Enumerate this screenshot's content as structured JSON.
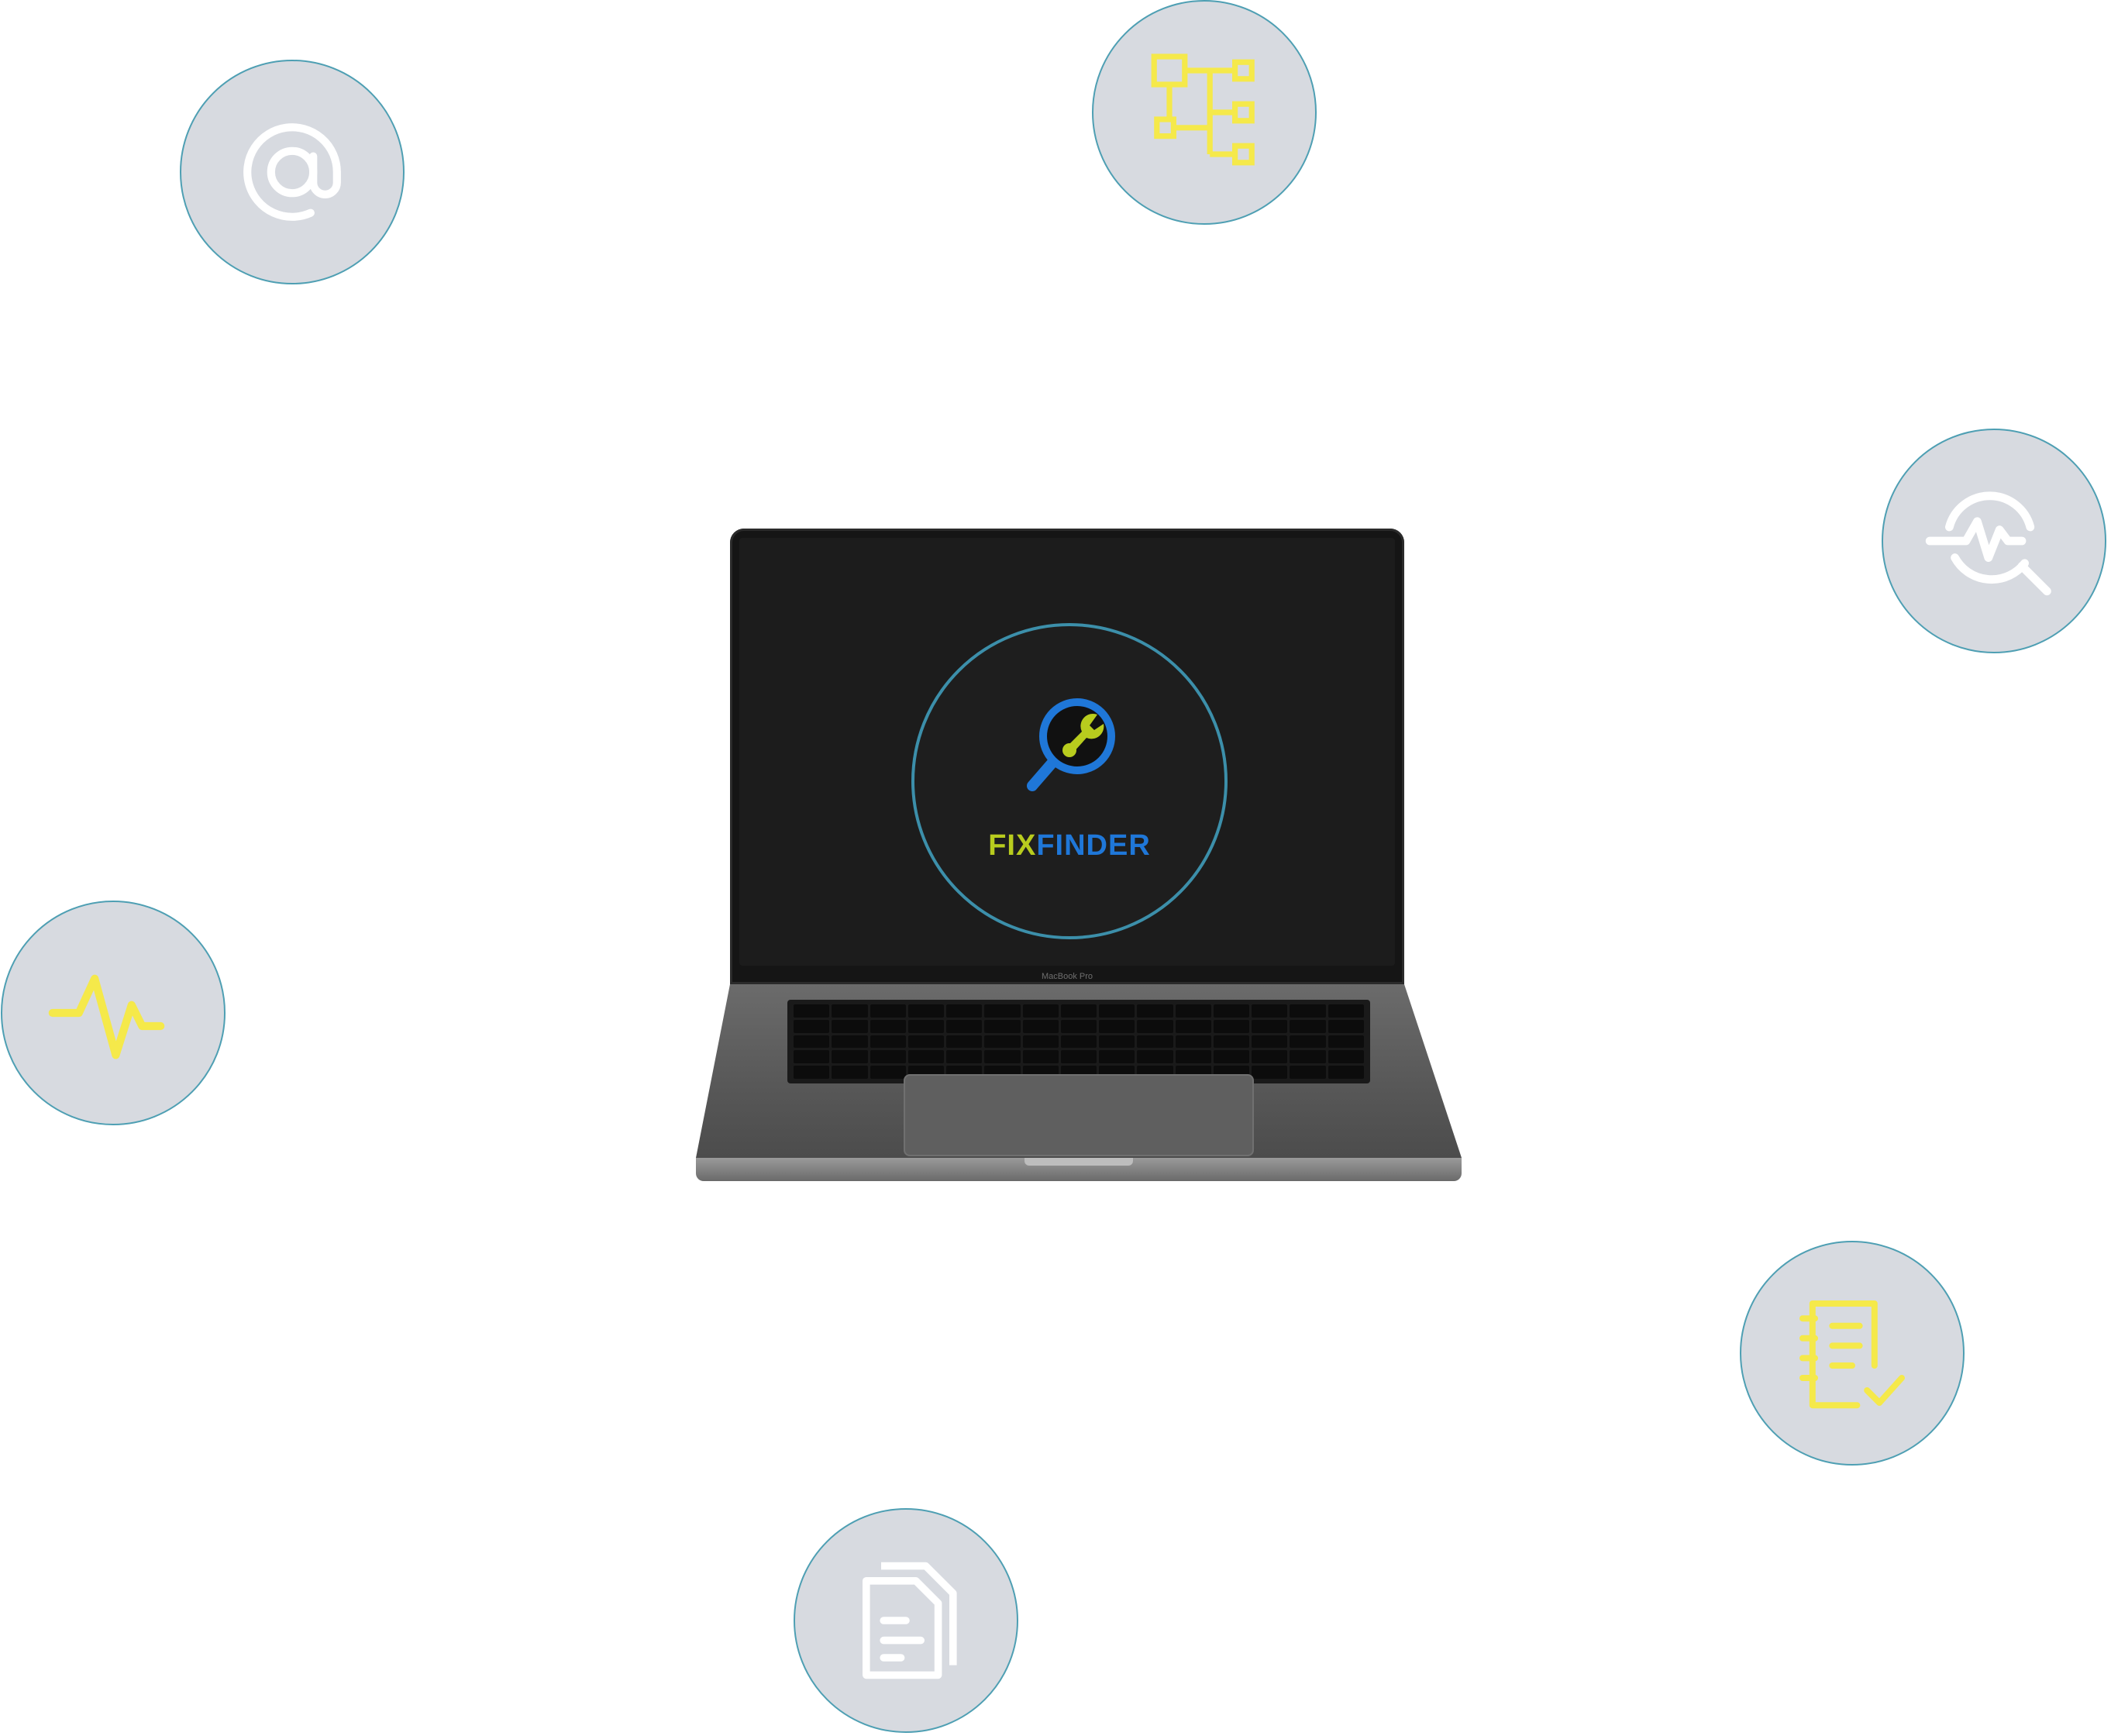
{
  "logo": {
    "fix": "FIX",
    "finder": "FINDER",
    "colors": {
      "fix": "#b8cc1e",
      "finder": "#1f77d8",
      "ring": "#3c8faa"
    }
  },
  "laptop": {
    "lid_label": "MacBook Pro"
  },
  "bubbles": [
    {
      "icon": "at-sign-icon",
      "color": "#ffffff"
    },
    {
      "icon": "hierarchy-icon",
      "color": "#f5e94a"
    },
    {
      "icon": "pulse-search-icon",
      "color": "#ffffff"
    },
    {
      "icon": "activity-icon",
      "color": "#f5e94a"
    },
    {
      "icon": "checklist-icon",
      "color": "#f5e94a"
    },
    {
      "icon": "documents-icon",
      "color": "#ffffff"
    }
  ],
  "colors": {
    "bubble_fill": "#d7dae0",
    "bubble_border": "#4e9fb3",
    "accent_yellow": "#f5e94a"
  }
}
